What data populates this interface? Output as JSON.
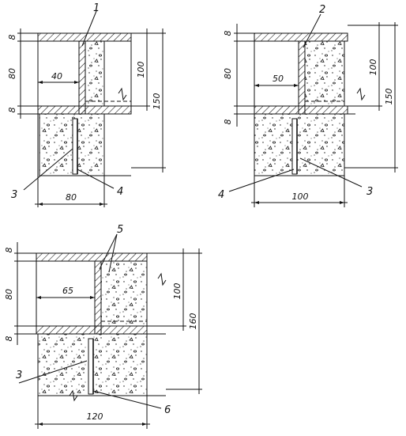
{
  "detail_a": {
    "dims": {
      "top_slab": "8",
      "height": "80",
      "bottom_slab": "8",
      "width_upper": "40",
      "width_lower": "80",
      "h100": "100",
      "h150": "150"
    },
    "labels": {
      "l1": "1",
      "l3": "3",
      "l4": "4"
    }
  },
  "detail_b": {
    "dims": {
      "top_slab": "8",
      "height": "80",
      "bottom_slab": "8",
      "width_upper": "50",
      "width_lower": "100",
      "h100": "100",
      "h150": "150"
    },
    "labels": {
      "l2": "2",
      "l3": "3",
      "l4": "4"
    }
  },
  "detail_c": {
    "dims": {
      "top_slab": "8",
      "height": "80",
      "bottom_slab": "8",
      "width_upper": "65",
      "width_lower": "120",
      "h100": "100",
      "h160": "160"
    },
    "labels": {
      "l5": "5",
      "l3": "3",
      "l6": "6"
    }
  }
}
